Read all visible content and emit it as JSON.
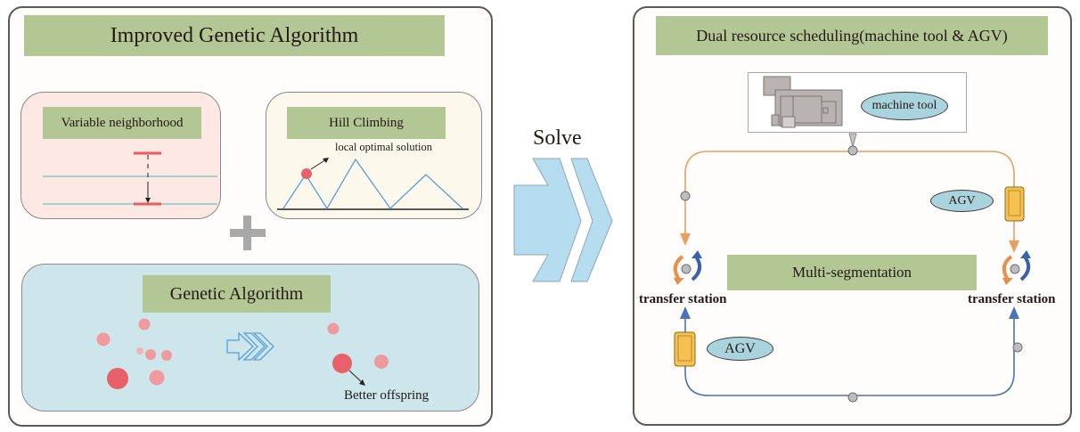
{
  "left_panel": {
    "title": "Improved Genetic Algorithm",
    "variable_neighborhood": {
      "title": "Variable neighborhood"
    },
    "hill_climbing": {
      "title": "Hill Climbing",
      "annotation": "local optimal solution"
    },
    "combine_symbol": "+",
    "genetic_algorithm": {
      "title": "Genetic Algorithm",
      "annotation": "Better offspring"
    }
  },
  "connector": {
    "label": "Solve"
  },
  "right_panel": {
    "title": "Dual resource scheduling(machine tool & AGV)",
    "machine_tool_label": "machine tool",
    "agv_top_label": "AGV",
    "agv_bottom_label": "AGV",
    "center_label": "Multi-segmentation",
    "transfer_station_left": "transfer station",
    "transfer_station_right": "transfer station"
  },
  "colors": {
    "title_bar": "#b3c794",
    "orange_path": "#e8a060",
    "blue_path": "#4a72b8",
    "agv": "#f5c150",
    "particle": "#e8616a",
    "ga_bg": "#cde6ec",
    "vn_bg": "#fde8e4",
    "hc_bg": "#fcf8ec"
  }
}
